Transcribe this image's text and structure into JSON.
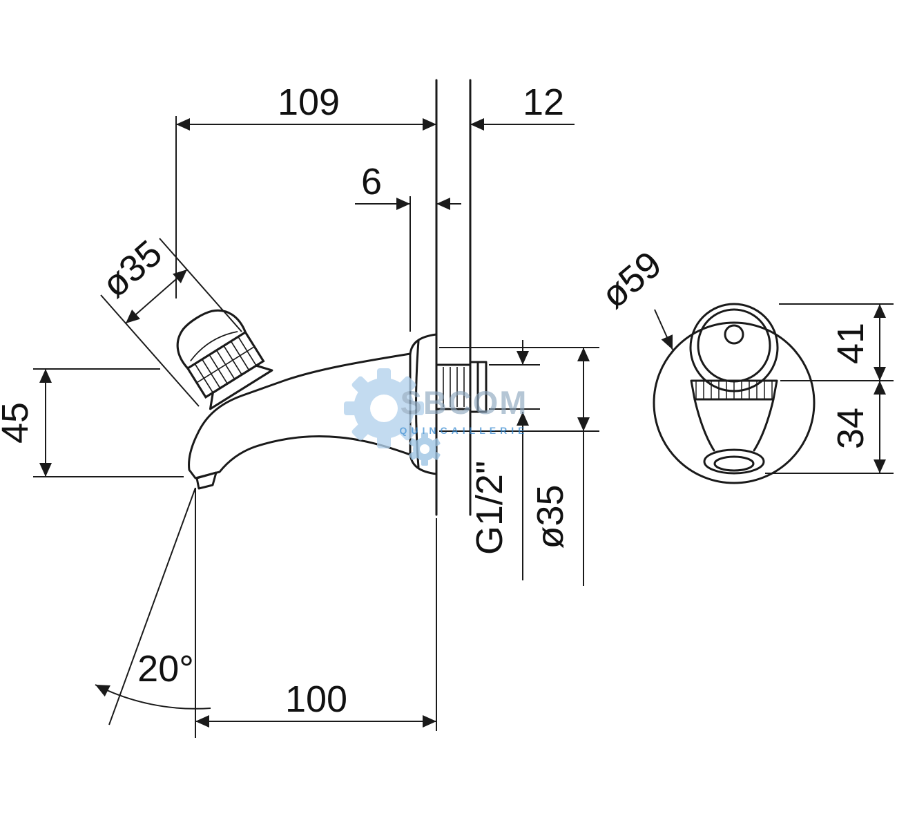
{
  "dimensions": {
    "d109": "109",
    "d12": "12",
    "d6": "6",
    "knob_diameter": "ø35",
    "d45": "45",
    "angle": "20°",
    "d100": "100",
    "thread": "G1/2\"",
    "body_diameter": "ø35",
    "front_diameter": "ø59",
    "d41": "41",
    "d34": "34"
  },
  "watermark": {
    "brand": "SBCOM",
    "tagline": "QUINCAILLERIE"
  },
  "colors": {
    "line": "#1a1a1a",
    "watermark_gear": "#b3d2ec",
    "watermark_brand_text": "#8ba6bd",
    "watermark_tagline_text": "#2f86d0"
  }
}
